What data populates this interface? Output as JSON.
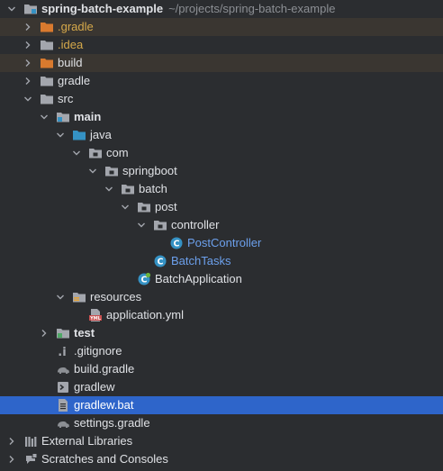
{
  "tree": {
    "colors": {
      "background": "#2b2d30",
      "excluded_row": "#3a3631",
      "selected_row": "#2e65ca",
      "text": "#dfe1e5",
      "excluded_text": "#d6a94a",
      "class_text": "#6ca0ec",
      "secondary_text": "#8c8f94"
    },
    "items": [
      {
        "label": "spring-batch-example",
        "suffix": "~/projects/spring-batch-example",
        "icon": "module-folder-icon",
        "expanded": true,
        "depth": 0,
        "bold": true
      },
      {
        "label": ".gradle",
        "icon": "excluded-folder-icon",
        "expanded": false,
        "depth": 1,
        "style": "excluded"
      },
      {
        "label": ".idea",
        "icon": "folder-icon",
        "expanded": false,
        "depth": 1,
        "style": "orange"
      },
      {
        "label": "build",
        "icon": "excluded-folder-icon",
        "expanded": false,
        "depth": 1,
        "style": "excluded-white"
      },
      {
        "label": "gradle",
        "icon": "folder-icon",
        "expanded": false,
        "depth": 1
      },
      {
        "label": "src",
        "icon": "folder-icon",
        "expanded": true,
        "depth": 1
      },
      {
        "label": "main",
        "icon": "source-root-folder-icon",
        "expanded": true,
        "depth": 2,
        "bold": true
      },
      {
        "label": "java",
        "icon": "java-source-folder-icon",
        "expanded": true,
        "depth": 3
      },
      {
        "label": "com",
        "icon": "package-icon",
        "expanded": true,
        "depth": 4
      },
      {
        "label": "springboot",
        "icon": "package-icon",
        "expanded": true,
        "depth": 5
      },
      {
        "label": "batch",
        "icon": "package-icon",
        "expanded": true,
        "depth": 6
      },
      {
        "label": "post",
        "icon": "package-icon",
        "expanded": true,
        "depth": 7
      },
      {
        "label": "controller",
        "icon": "package-icon",
        "expanded": true,
        "depth": 8
      },
      {
        "label": "PostController",
        "icon": "java-class-icon",
        "leaf": true,
        "depth": 9,
        "style": "blue"
      },
      {
        "label": "BatchTasks",
        "icon": "java-class-icon",
        "leaf": true,
        "depth": 8,
        "style": "blue"
      },
      {
        "label": "BatchApplication",
        "icon": "spring-boot-class-icon",
        "leaf": true,
        "depth": 7
      },
      {
        "label": "resources",
        "icon": "resources-folder-icon",
        "expanded": true,
        "depth": 3
      },
      {
        "label": "application.yml",
        "icon": "yml-file-icon",
        "leaf": true,
        "depth": 4
      },
      {
        "label": "test",
        "icon": "test-folder-icon",
        "expanded": false,
        "depth": 2,
        "bold": true
      },
      {
        "label": ".gitignore",
        "icon": "ignore-file-icon",
        "leaf": true,
        "depth": 2
      },
      {
        "label": "build.gradle",
        "icon": "gradle-elephant-icon",
        "leaf": true,
        "depth": 2
      },
      {
        "label": "gradlew",
        "icon": "shell-script-icon",
        "leaf": true,
        "depth": 2
      },
      {
        "label": "gradlew.bat",
        "icon": "text-file-icon",
        "leaf": true,
        "depth": 2,
        "selected": true
      },
      {
        "label": "settings.gradle",
        "icon": "gradle-elephant-icon",
        "leaf": true,
        "depth": 2
      },
      {
        "label": "External Libraries",
        "icon": "libraries-icon",
        "expanded": false,
        "depth": 0
      },
      {
        "label": "Scratches and Consoles",
        "icon": "scratches-icon",
        "expanded": false,
        "depth": 0
      }
    ]
  }
}
